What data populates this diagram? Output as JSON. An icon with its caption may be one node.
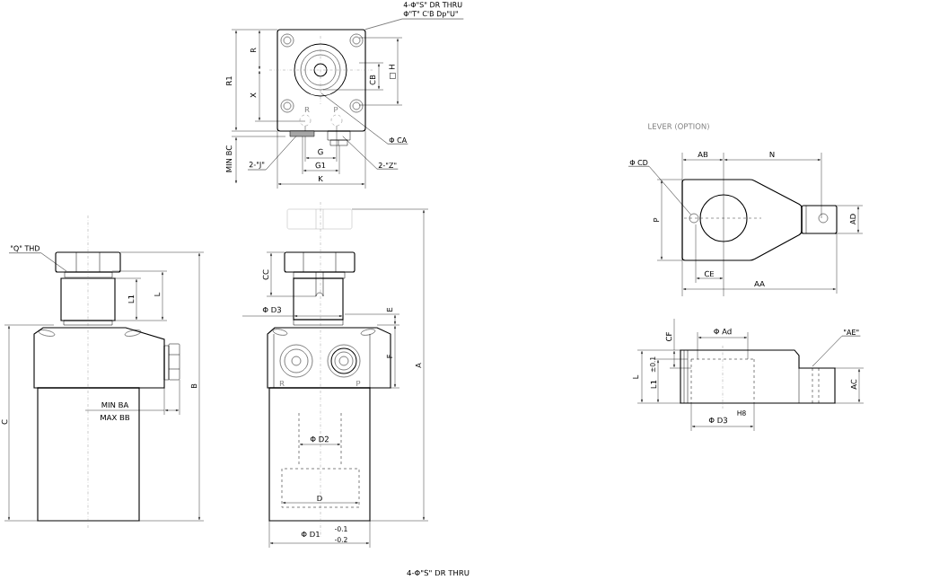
{
  "diagram": {
    "nodes": [
      {
        "text": [
          "4-Φ\"S\" DR THRU",
          "Φ\"T\" C'B Dp\"U\""
        ]
      },
      {
        "text": [
          "Φ CA"
        ]
      },
      {
        "text": [
          "2-\"J\""
        ]
      },
      {
        "text": [
          "2-\"Z\""
        ]
      },
      {
        "text": [
          "\"Q\" THD"
        ]
      },
      {
        "text": [
          "Φ CD"
        ]
      },
      {
        "text": [
          "\"AE\""
        ]
      },
      {
        "text": [],
        "shape": "circle"
      },
      {
        "text": [],
        "shape": "picture"
      }
    ],
    "edges": [
      {
        "from": 0,
        "to": 8,
        "arrow": "none"
      },
      {
        "from": 1,
        "to": 8,
        "arrow": "none"
      },
      {
        "from": 2,
        "to": 8,
        "arrow": "none"
      },
      {
        "from": 3,
        "to": 8,
        "arrow": "none"
      },
      {
        "from": 4,
        "to": null,
        "arrow": "none"
      },
      {
        "from": 5,
        "to": 7,
        "arrow": "none"
      },
      {
        "from": 6,
        "to": null,
        "arrow": "none"
      }
    ],
    "labels": [
      "R1",
      "R",
      "X",
      "R",
      "P",
      "CB",
      "□ H",
      "MIN BC",
      "G",
      "G1",
      "K",
      "L1",
      "L",
      "C",
      "B",
      "MIN BA",
      "MAX BB",
      "CC",
      "Φ D3",
      "E",
      "F",
      "A",
      "R",
      "P",
      "Φ D2",
      "D",
      "Φ D1",
      "-0.1",
      "-0.2",
      "LEVER (OPTION)",
      "AB",
      "N",
      "P",
      "AD",
      "CE",
      "AA",
      "Φ Ad",
      "CF",
      "L",
      "L1",
      "±0.1",
      "AC",
      "Φ D3",
      "H8",
      "4-Φ\"S\" DR THRU"
    ]
  }
}
